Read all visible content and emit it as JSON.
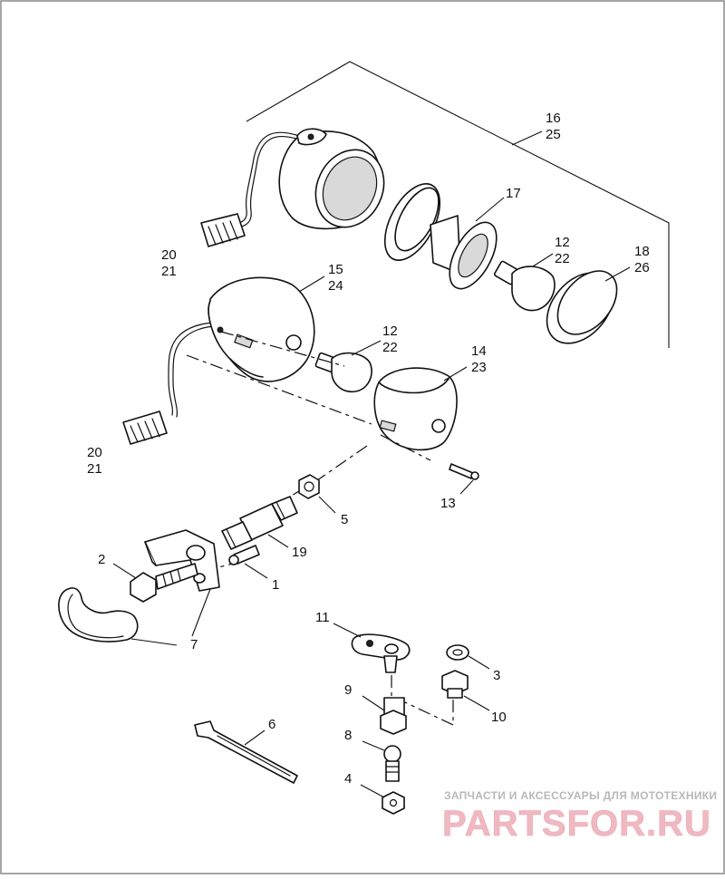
{
  "diagram": {
    "callouts": {
      "c16": "16",
      "c25": "25",
      "c17": "17",
      "c12a": "12",
      "c22a": "22",
      "c18": "18",
      "c26": "26",
      "c20a": "20",
      "c21a": "21",
      "c15": "15",
      "c24": "24",
      "c12b": "12",
      "c22b": "22",
      "c14": "14",
      "c23": "23",
      "c20b": "20",
      "c21b": "21",
      "c13": "13",
      "c5": "5",
      "c19": "19",
      "c2": "2",
      "c1": "1",
      "c7a": "7",
      "c7b": "7",
      "c11": "11",
      "c3": "3",
      "c9": "9",
      "c10": "10",
      "c6": "6",
      "c8": "8",
      "c4": "4"
    }
  },
  "watermark": {
    "tagline": "ЗАПЧАСТИ И АКСЕССУАРЫ ДЛЯ МОТОТЕХНИКИ",
    "logo": "PARTSFOR.RU"
  },
  "colors": {
    "line": "#111111",
    "background": "#ffffff",
    "watermark": "#f0b9c2"
  }
}
